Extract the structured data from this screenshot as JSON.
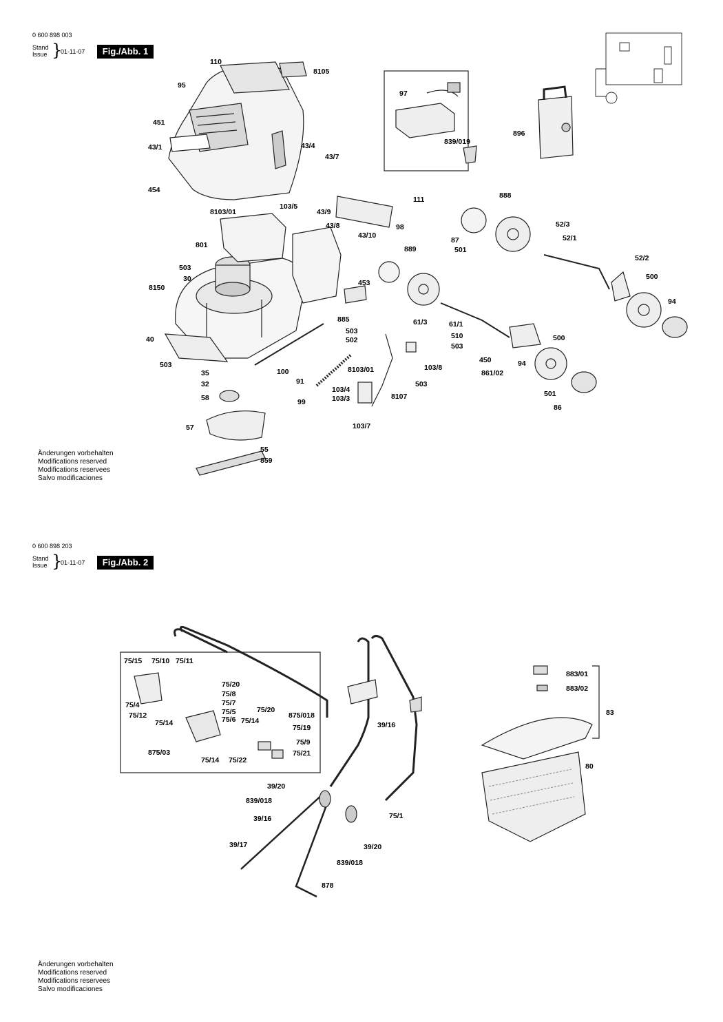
{
  "sheets": [
    {
      "part_number": "0 600 898 003",
      "stand": "Stand",
      "issue": "Issue",
      "date": "01-11-07",
      "figure_label": "Fig./Abb. 1",
      "changes": [
        "Änderungen vorbehalten",
        "Modifications reserved",
        "Modifications reservees",
        "Salvo modificaciones"
      ]
    },
    {
      "part_number": "0 600 898 203",
      "stand": "Stand",
      "issue": "Issue",
      "date": "01-11-07",
      "figure_label": "Fig./Abb. 2",
      "changes": [
        "Änderungen vorbehalten",
        "Modifications reserved",
        "Modifications reservees",
        "Salvo modificaciones"
      ]
    }
  ],
  "fig1_labels": [
    "110",
    "8105",
    "95",
    "451",
    "43/1",
    "454",
    "43/4",
    "43/7",
    "97",
    "839/019",
    "896",
    "111",
    "98",
    "888",
    "8103/01",
    "103/5",
    "43/9",
    "43/8",
    "43/10",
    "801",
    "503",
    "30",
    "8150",
    "453",
    "889",
    "87",
    "501",
    "52/3",
    "52/1",
    "52/2",
    "500",
    "94",
    "40",
    "503",
    "35",
    "32",
    "58",
    "57",
    "55",
    "859",
    "885",
    "503",
    "502",
    "100",
    "91",
    "99",
    "8103/01",
    "103/8",
    "103/4",
    "103/3",
    "8107",
    "503",
    "103/7",
    "61/3",
    "61/1",
    "510",
    "503",
    "450",
    "500",
    "94",
    "861/02",
    "501",
    "86"
  ],
  "fig2_labels": [
    "75/15",
    "75/10",
    "75/11",
    "75/20",
    "75/8",
    "75/7",
    "75/4",
    "75/5",
    "75/12",
    "75/6",
    "75/14",
    "75/20",
    "875/018",
    "75/14",
    "75/19",
    "875/03",
    "75/9",
    "75/14",
    "75/22",
    "75/21",
    "39/16",
    "39/20",
    "839/018",
    "39/16",
    "39/17",
    "839/018",
    "39/20",
    "878",
    "75/1",
    "883/01",
    "883/02",
    "83",
    "80"
  ]
}
